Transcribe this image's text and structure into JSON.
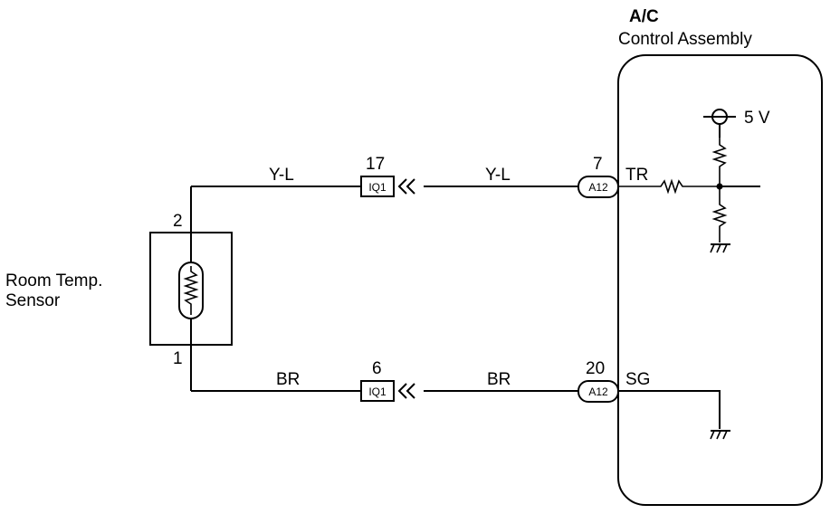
{
  "control_assembly": {
    "title": "A/C",
    "subtitle": "Control Assembly",
    "supply_label": "5 V",
    "tr_label": "TR",
    "sg_label": "SG"
  },
  "sensor": {
    "label_line1": "Room Temp.",
    "label_line2": "Sensor",
    "pin_top": "2",
    "pin_bottom": "1"
  },
  "upper_circuit": {
    "wire_color_left": "Y-L",
    "wire_color_right": "Y-L",
    "connector_pin": "17",
    "connector_id": "IQ1",
    "ecu_pin": "7",
    "ecu_connector_id": "A12"
  },
  "lower_circuit": {
    "wire_color_left": "BR",
    "wire_color_right": "BR",
    "connector_pin": "6",
    "connector_id": "IQ1",
    "ecu_pin": "20",
    "ecu_connector_id": "A12"
  }
}
